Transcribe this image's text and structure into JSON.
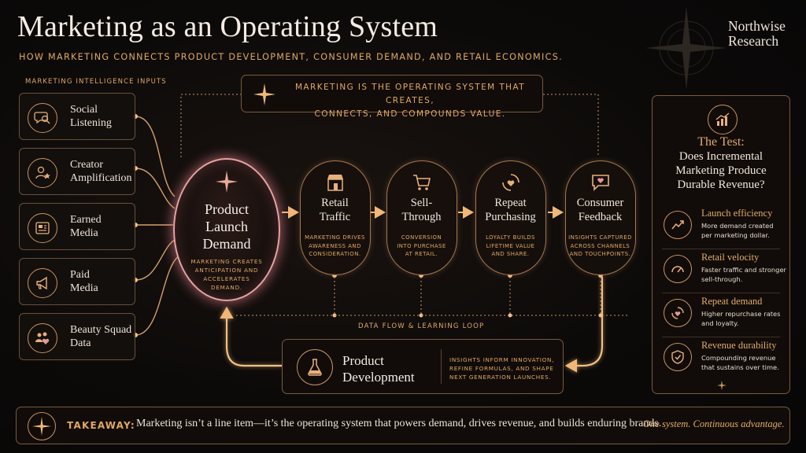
{
  "title": "Marketing as an Operating System",
  "subtitle": "HOW MARKETING CONNECTS PRODUCT DEVELOPMENT, CONSUMER DEMAND, AND RETAIL ECONOMICS.",
  "brand": {
    "line1": "Northwise",
    "line2": "Research"
  },
  "inputs": {
    "heading": "MARKETING INTELLIGENCE INPUTS",
    "items": [
      {
        "label_1": "Social",
        "label_2": "Listening",
        "icon": "social-listening-icon"
      },
      {
        "label_1": "Creator",
        "label_2": "Amplification",
        "icon": "creator-star-icon"
      },
      {
        "label_1": "Earned",
        "label_2": "Media",
        "icon": "newspaper-icon"
      },
      {
        "label_1": "Paid",
        "label_2": "Media",
        "icon": "megaphone-icon"
      },
      {
        "label_1": "Beauty Squad",
        "label_2": "Data",
        "icon": "community-heart-icon"
      }
    ]
  },
  "banner": {
    "line1": "MARKETING IS THE OPERATING SYSTEM THAT CREATES,",
    "line2": "CONNECTS, AND COMPOUNDS VALUE."
  },
  "launch": {
    "title_1": "Product",
    "title_2": "Launch",
    "title_3": "Demand",
    "desc_1": "MARKETING CREATES",
    "desc_2": "ANTICIPATION AND",
    "desc_3": "ACCELERATES",
    "desc_4": "DEMAND."
  },
  "stages": [
    {
      "title_1": "Retail",
      "title_2": "Traffic",
      "desc_1": "MARKETING DRIVES",
      "desc_2": "AWARENESS AND",
      "desc_3": "CONSIDERATION.",
      "icon": "storefront-icon"
    },
    {
      "title_1": "Sell-",
      "title_2": "Through",
      "desc_1": "CONVERSION",
      "desc_2": "INTO PURCHASE",
      "desc_3": "AT RETAIL.",
      "icon": "shopping-cart-icon"
    },
    {
      "title_1": "Repeat",
      "title_2": "Purchasing",
      "desc_1": "LOYALTY BUILDS",
      "desc_2": "LIFETIME VALUE",
      "desc_3": "AND SHARE.",
      "icon": "repeat-heart-icon"
    },
    {
      "title_1": "Consumer",
      "title_2": "Feedback",
      "desc_1": "INSIGHTS CAPTURED",
      "desc_2": "ACROSS CHANNELS",
      "desc_3": "AND TOUCHPOINTS.",
      "icon": "chat-heart-icon"
    }
  ],
  "loop_label": "DATA FLOW & LEARNING LOOP",
  "product_development": {
    "title_1": "Product",
    "title_2": "Development",
    "desc_1": "INSIGHTS INFORM INNOVATION,",
    "desc_2": "REFINE FORMULAS, AND SHAPE",
    "desc_3": "NEXT GENERATION LAUNCHES.",
    "icon": "flask-icon"
  },
  "test": {
    "heading": "The Test:",
    "question_1": "Does Incremental",
    "question_2": "Marketing Produce",
    "question_3": "Durable Revenue?",
    "criteria": [
      {
        "name": "Launch efficiency",
        "desc_1": "More demand created",
        "desc_2": "per marketing dollar.",
        "icon": "trend-up-icon"
      },
      {
        "name": "Retail velocity",
        "desc_1": "Faster traffic and stronger",
        "desc_2": "sell-through.",
        "icon": "gauge-icon"
      },
      {
        "name": "Repeat demand",
        "desc_1": "Higher repurchase rates",
        "desc_2": "and loyalty.",
        "icon": "cycle-heart-icon"
      },
      {
        "name": "Revenue durability",
        "desc_1": "Compounding revenue",
        "desc_2": "that sustains over time.",
        "icon": "shield-check-icon"
      }
    ]
  },
  "takeaway": {
    "label": "TAKEAWAY:",
    "text": "Marketing isn’t a line item—it’s the operating system that powers demand, drives revenue, and builds enduring brands.",
    "tagline": "One system. Continuous advantage."
  },
  "colors": {
    "background": "#0b0908",
    "gold": "#e0a865",
    "rose_glow": "#e7a3a3",
    "text": "#f1e6da"
  }
}
